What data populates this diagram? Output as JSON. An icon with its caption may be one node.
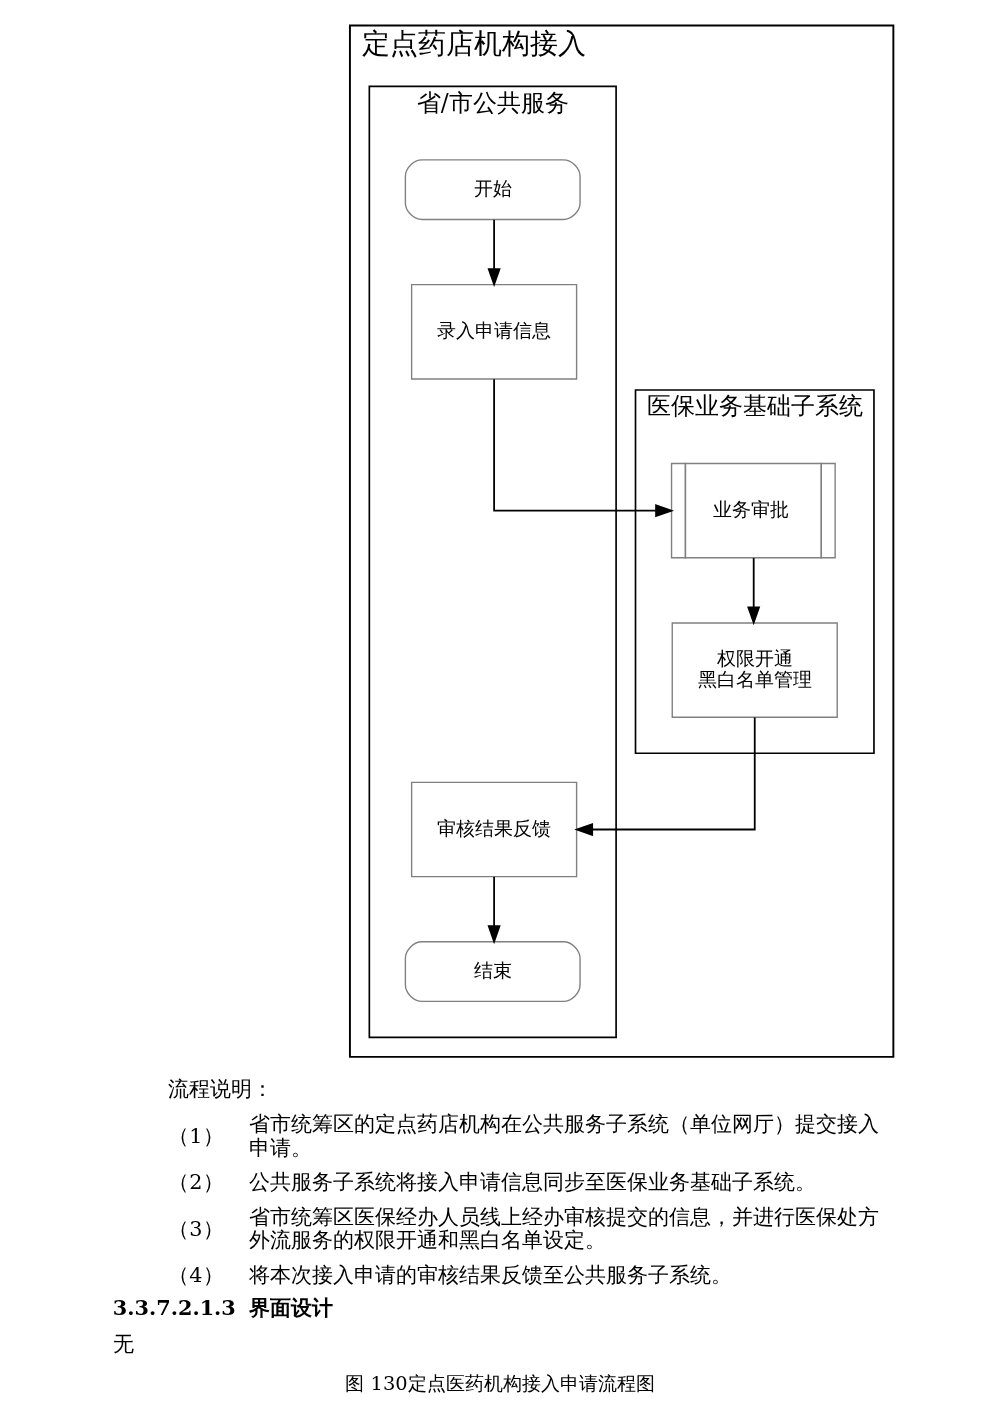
{
  "diagram": {
    "caption": "图 130定点医药机构接入申请流程图",
    "nodes": [
      {
        "text": [
          "定点药店机构接入"
        ]
      },
      {
        "text": [
          "省/市公共服务"
        ],
        "in": 0
      },
      {
        "text": [
          "医保业务基础子系统"
        ],
        "in": 0
      },
      {
        "text": [
          "开始"
        ],
        "in": 1
      },
      {
        "text": [
          "录入申请信息"
        ],
        "in": 1
      },
      {
        "text": [
          "业务审批"
        ],
        "in": 2
      },
      {
        "text": [
          "权限开通",
          "黑白名单管理"
        ],
        "in": 2
      },
      {
        "text": [
          "审核结果反馈"
        ],
        "in": 1
      },
      {
        "text": [
          "结束"
        ],
        "in": 1
      }
    ],
    "edges": [
      {
        "from": 3,
        "to": 4,
        "arrow": "to"
      },
      {
        "from": 4,
        "to": 5,
        "arrow": "to"
      },
      {
        "from": 5,
        "to": 6,
        "arrow": "to"
      },
      {
        "from": 6,
        "to": 7,
        "arrow": "to"
      },
      {
        "from": 7,
        "to": 8,
        "arrow": "to"
      }
    ],
    "labels": [
      "流程说明：",
      "（1）",
      "省市统筹区的定点药店机构在公共服务子系统（单位网厅）提交接入申请。",
      "（2）",
      "公共服务子系统将接入申请信息同步至医保业务基础子系统。",
      "（3）",
      "省市统筹区医保经办人员线上经办审核提交的信息，并进行医保处方外流服务的权限开通和黑白名单设定。",
      "（4）",
      "将本次接入申请的审核结果反馈至公共服务子系统。",
      "3.3.7.2.1.3",
      "界面设计",
      "无"
    ]
  }
}
